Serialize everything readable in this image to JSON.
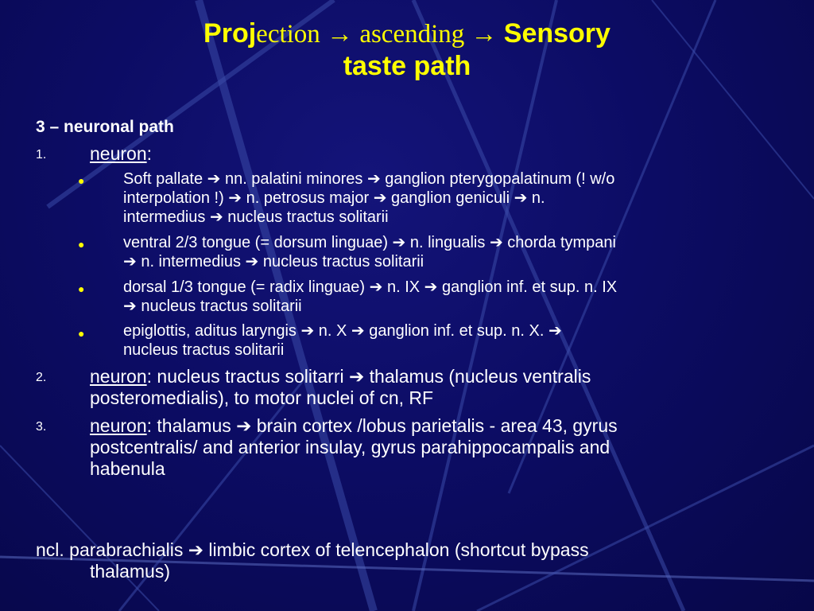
{
  "title": {
    "word1_bold": "Proj",
    "word1_rest": "ection",
    "arrow1": " → ",
    "word2": "ascending",
    "arrow2": " → ",
    "word3": "Sensory",
    "line2": "taste path"
  },
  "heading": "3 – neuronal path",
  "arrow_glyph": "➔",
  "neuron1": {
    "number": "1.",
    "label": "neuron",
    "colon": ":"
  },
  "bullets": [
    {
      "l1_a": "Soft pallate ",
      "l1_b": " nn. palatini minores ",
      "l1_c": " ganglion pterygopalatinum (! w/o",
      "l2_a": "interpolation !) ",
      "l2_b": " n. petrosus major ",
      "l2_c": " ganglion geniculi ",
      "l2_d": " n.",
      "l3_a": "intermedius ",
      "l3_b": " nucleus tractus solitarii"
    },
    {
      "l1_a": "ventral 2/3 tongue (= dorsum linguae) ",
      "l1_b": " n. lingualis ",
      "l1_c": " chorda tympani",
      "l2_a": " n. intermedius ",
      "l2_b": " nucleus tractus solitarii"
    },
    {
      "l1_a": "dorsal 1/3 tongue (= radix linguae) ",
      "l1_b": " n. IX ",
      "l1_c": " ganglion inf. et sup. n. IX",
      "l2_a": " nucleus tractus solitarii"
    },
    {
      "l1_a": "epiglottis, aditus laryngis ",
      "l1_b": " n. X ",
      "l1_c": " ganglion inf. et sup. n. X. ",
      "l2_a": "nucleus tractus solitarii"
    }
  ],
  "neuron2": {
    "number": "2.",
    "label": "neuron",
    "l1_a": ": nucleus tractus solitarri ",
    "l1_b": " thalamus (nucleus ventralis",
    "l2": "posteromedialis), to motor nuclei of cn, RF"
  },
  "neuron3": {
    "number": "3.",
    "label": "neuron",
    "l1_a": ": thalamus ",
    "l1_b": " brain cortex /lobus parietalis - area 43, gyrus",
    "l2": "postcentralis/ and anterior insulay, gyrus parahippocampalis and",
    "l3": "habenula"
  },
  "footer": {
    "l1_a": "ncl. parabrachialis ",
    "l1_b": " limbic cortex of telencephalon (shortcut bypass",
    "l2": "thalamus)"
  },
  "colors": {
    "background": "#0a0a5c",
    "title": "#ffff00",
    "text": "#ffffff",
    "bullet": "#ffff00"
  }
}
